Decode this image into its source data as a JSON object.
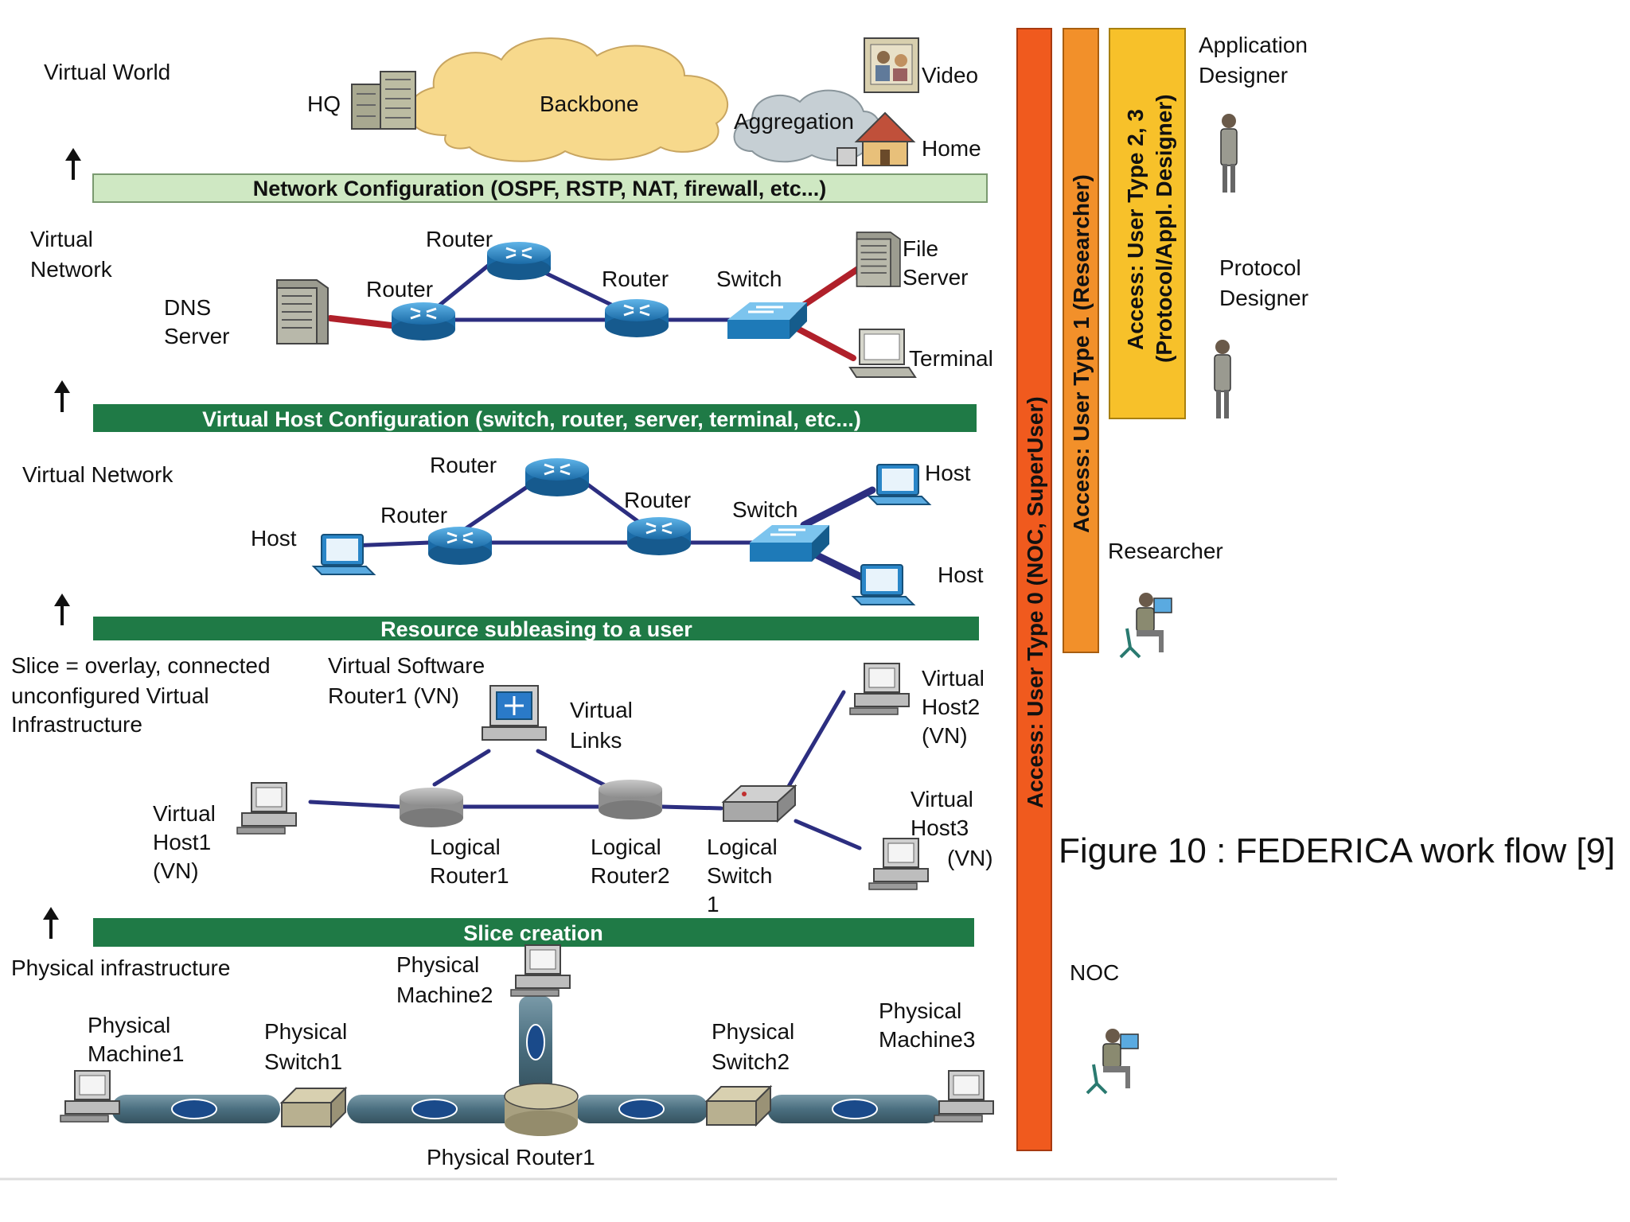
{
  "layers": {
    "virtual_world": {
      "label": "Virtual World",
      "hq": "HQ",
      "backbone": "Backbone",
      "aggregation": "Aggregation",
      "video": "Video",
      "home": "Home"
    },
    "network_config_bar": "Network Configuration (OSPF, RSTP, NAT, firewall, etc...)",
    "virtual_network_1": {
      "label_line1": "Virtual",
      "label_line2": "Network",
      "dns_line1": "DNS",
      "dns_line2": "Server",
      "router_a": "Router",
      "router_b": "Router",
      "router_c": "Router",
      "switch": "Switch",
      "file_line1": "File",
      "file_line2": "Server",
      "terminal": "Terminal"
    },
    "host_config_bar": "Virtual Host Configuration (switch, router, server, terminal, etc...)",
    "virtual_network_2": {
      "label": "Virtual Network",
      "host_left": "Host",
      "router_a": "Router",
      "router_b": "Router",
      "router_c": "Router",
      "switch": "Switch",
      "host_top": "Host",
      "host_bottom": "Host"
    },
    "subleasing_bar": "Resource subleasing to a user",
    "slice": {
      "desc_line1": "Slice = overlay, connected",
      "desc_line2": "unconfigured Virtual",
      "desc_line3": "Infrastructure",
      "vsr_line1": "Virtual Software",
      "vsr_line2": "Router1 (VN)",
      "links_line1": "Virtual",
      "links_line2": "Links",
      "vh2_line1": "Virtual",
      "vh2_line2": "Host2",
      "vh2_line3": "(VN)",
      "vh1_line1": "Virtual",
      "vh1_line2": "Host1",
      "vh1_line3": "(VN)",
      "lr1_line1": "Logical",
      "lr1_line2": "Router1",
      "lr2_line1": "Logical",
      "lr2_line2": "Router2",
      "ls_line1": "Logical",
      "ls_line2": "Switch",
      "ls_line3": "1",
      "vh3_line1": "Virtual",
      "vh3_line2": "Host3",
      "vh3_line3": "(VN)"
    },
    "slice_creation_bar": "Slice creation",
    "physical": {
      "label": "Physical infrastructure",
      "pm2_line1": "Physical",
      "pm2_line2": "Machine2",
      "pm1_line1": "Physical",
      "pm1_line2": "Machine1",
      "ps1_line1": "Physical",
      "ps1_line2": "Switch1",
      "ps2_line1": "Physical",
      "ps2_line2": "Switch2",
      "pm3_line1": "Physical",
      "pm3_line2": "Machine3",
      "pr1": "Physical Router1"
    }
  },
  "access_bars": {
    "type0": "Access: User Type 0 (NOC, SuperUser)",
    "type1": "Access: User Type 1 (Researcher)",
    "type23_line1": "Access: User Type 2, 3",
    "type23_line2": "(Protocol/Appl. Designer)"
  },
  "roles": {
    "app_designer_line1": "Application",
    "app_designer_line2": "Designer",
    "protocol_designer_line1": "Protocol",
    "protocol_designer_line2": "Designer",
    "researcher": "Researcher",
    "noc": "NOC"
  },
  "caption": "Figure 10 : FEDERICA work flow [9]",
  "colors": {
    "dark_green_bar": "#1f7a46",
    "light_green_bar": "#cfe8c3",
    "orange_dark": "#f05a1e",
    "orange_mid": "#f2902a",
    "yellow": "#f7c12a",
    "link_blue": "#2c2e80",
    "link_red": "#b0202a",
    "router_blue": "#1e7ab8",
    "cloud": "#f7d98c"
  }
}
